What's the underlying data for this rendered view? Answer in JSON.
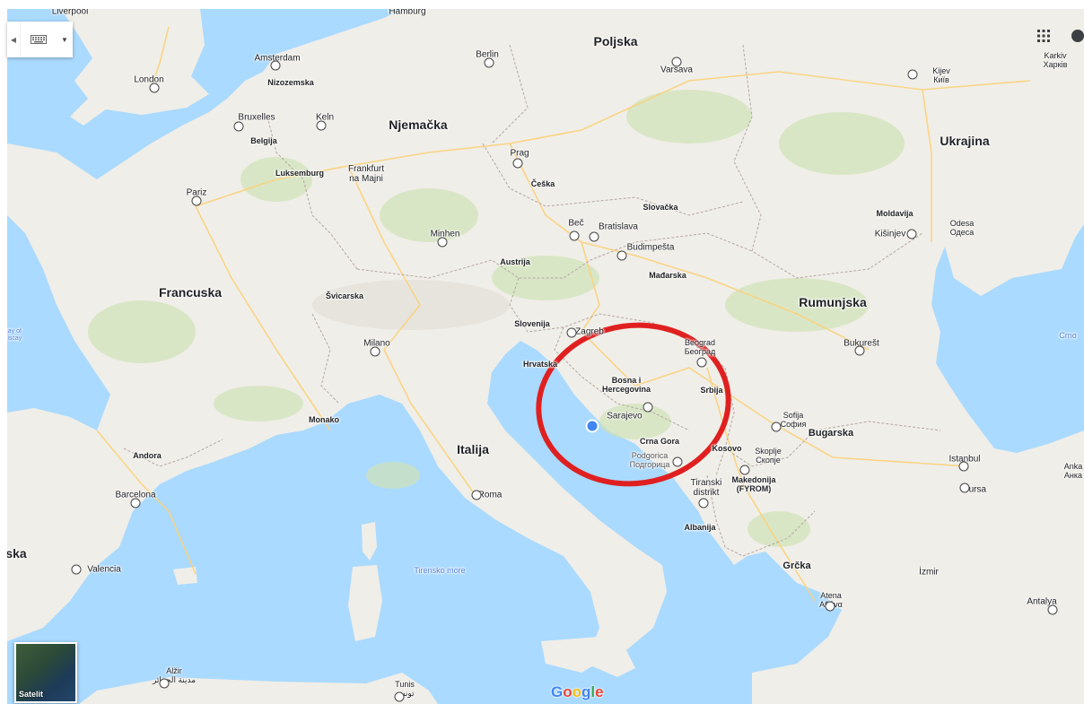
{
  "map": {
    "countries": {
      "poljska": "Poljska",
      "njemacka": "Njemačka",
      "ukrajina": "Ukrajina",
      "francuska": "Francuska",
      "rumunjska": "Rumunjska",
      "italija": "Italija",
      "bugarska": "Bugarska",
      "nizozemska": "Nizozemska",
      "belgija": "Belgija",
      "luksemburg": "Luksemburg",
      "ceska": "Češka",
      "slovacka": "Slovačka",
      "austrija": "Austrija",
      "madarska": "Mađarska",
      "svicarska": "Švicarska",
      "moldavija": "Moldavija",
      "slovenija": "Slovenija",
      "hrvatska": "Hrvatska",
      "bih": "Bosna i\nHercegovina",
      "srbija": "Srbija",
      "crna_gora": "Crna Gora",
      "makedonija": "Makedonija\n(FYROM)",
      "albanija": "Albanija",
      "kosovo": "Kosovo",
      "grcka": "Grčka",
      "andora": "Andora",
      "monako": "Monako",
      "spanjolska_partial": "ska"
    },
    "cities": {
      "liverpool": "Liverpool",
      "hamburg": "Hamburg",
      "amsterdam": "Amsterdam",
      "berlin": "Berlin",
      "varsava": "Varšava",
      "kijev": "Kijev\nКиїв",
      "harkiv": "Karkiv\nХарків",
      "london": "London",
      "bruxelles": "Bruxelles",
      "keln": "Keln",
      "frankfurt": "Frankfurt\nna Majni",
      "prag": "Prag",
      "pariz": "Pariz",
      "bec": "Beč",
      "bratislava": "Bratislava",
      "minhen": "Minhen",
      "budimpesta": "Budimpešta",
      "kisinjev": "Kišinjev",
      "odesa": "Odesa\nОдеса",
      "zagreb": "Zagreb",
      "beograd": "Beograd\nБеоград",
      "milano": "Milano",
      "bukurest": "Bukurešt",
      "sarajevo": "Sarajevo",
      "sofija": "Sofija\nСофия",
      "podgorica": "Podgorica\nПодгорица",
      "skoplje": "Skoplje\nСкопје",
      "istanbul": "Istanbul",
      "ankara_partial": "Anka\nАнка",
      "bursa": "Bursa",
      "barcelona": "Barcelona",
      "roma": "Roma",
      "tiranski": "Tiranski\ndistrikt",
      "valencia": "Valencia",
      "izmir": "İzmir",
      "atena": "Atena\nΑθήνα",
      "antalya": "Antalya",
      "alzir": "Alžir\nمدينة الجزائر",
      "tunis": "Tunis\nتونس"
    },
    "water": {
      "tirensko_more": "Tirensko more",
      "crno_partial": "Crno",
      "biscay_partial": "Bay of\nBiscay"
    }
  },
  "controls": {
    "satellite_label": "Satelit",
    "google_logo": [
      "G",
      "o",
      "o",
      "g",
      "l",
      "e"
    ]
  },
  "colors": {
    "land": "#f0eee8",
    "water": "#aadaff",
    "green": "#cfe3b8",
    "border": "#b5a6a4",
    "highway": "#fbd27a",
    "annotation_circle": "#e02020",
    "location_dot": "#4285f4"
  }
}
